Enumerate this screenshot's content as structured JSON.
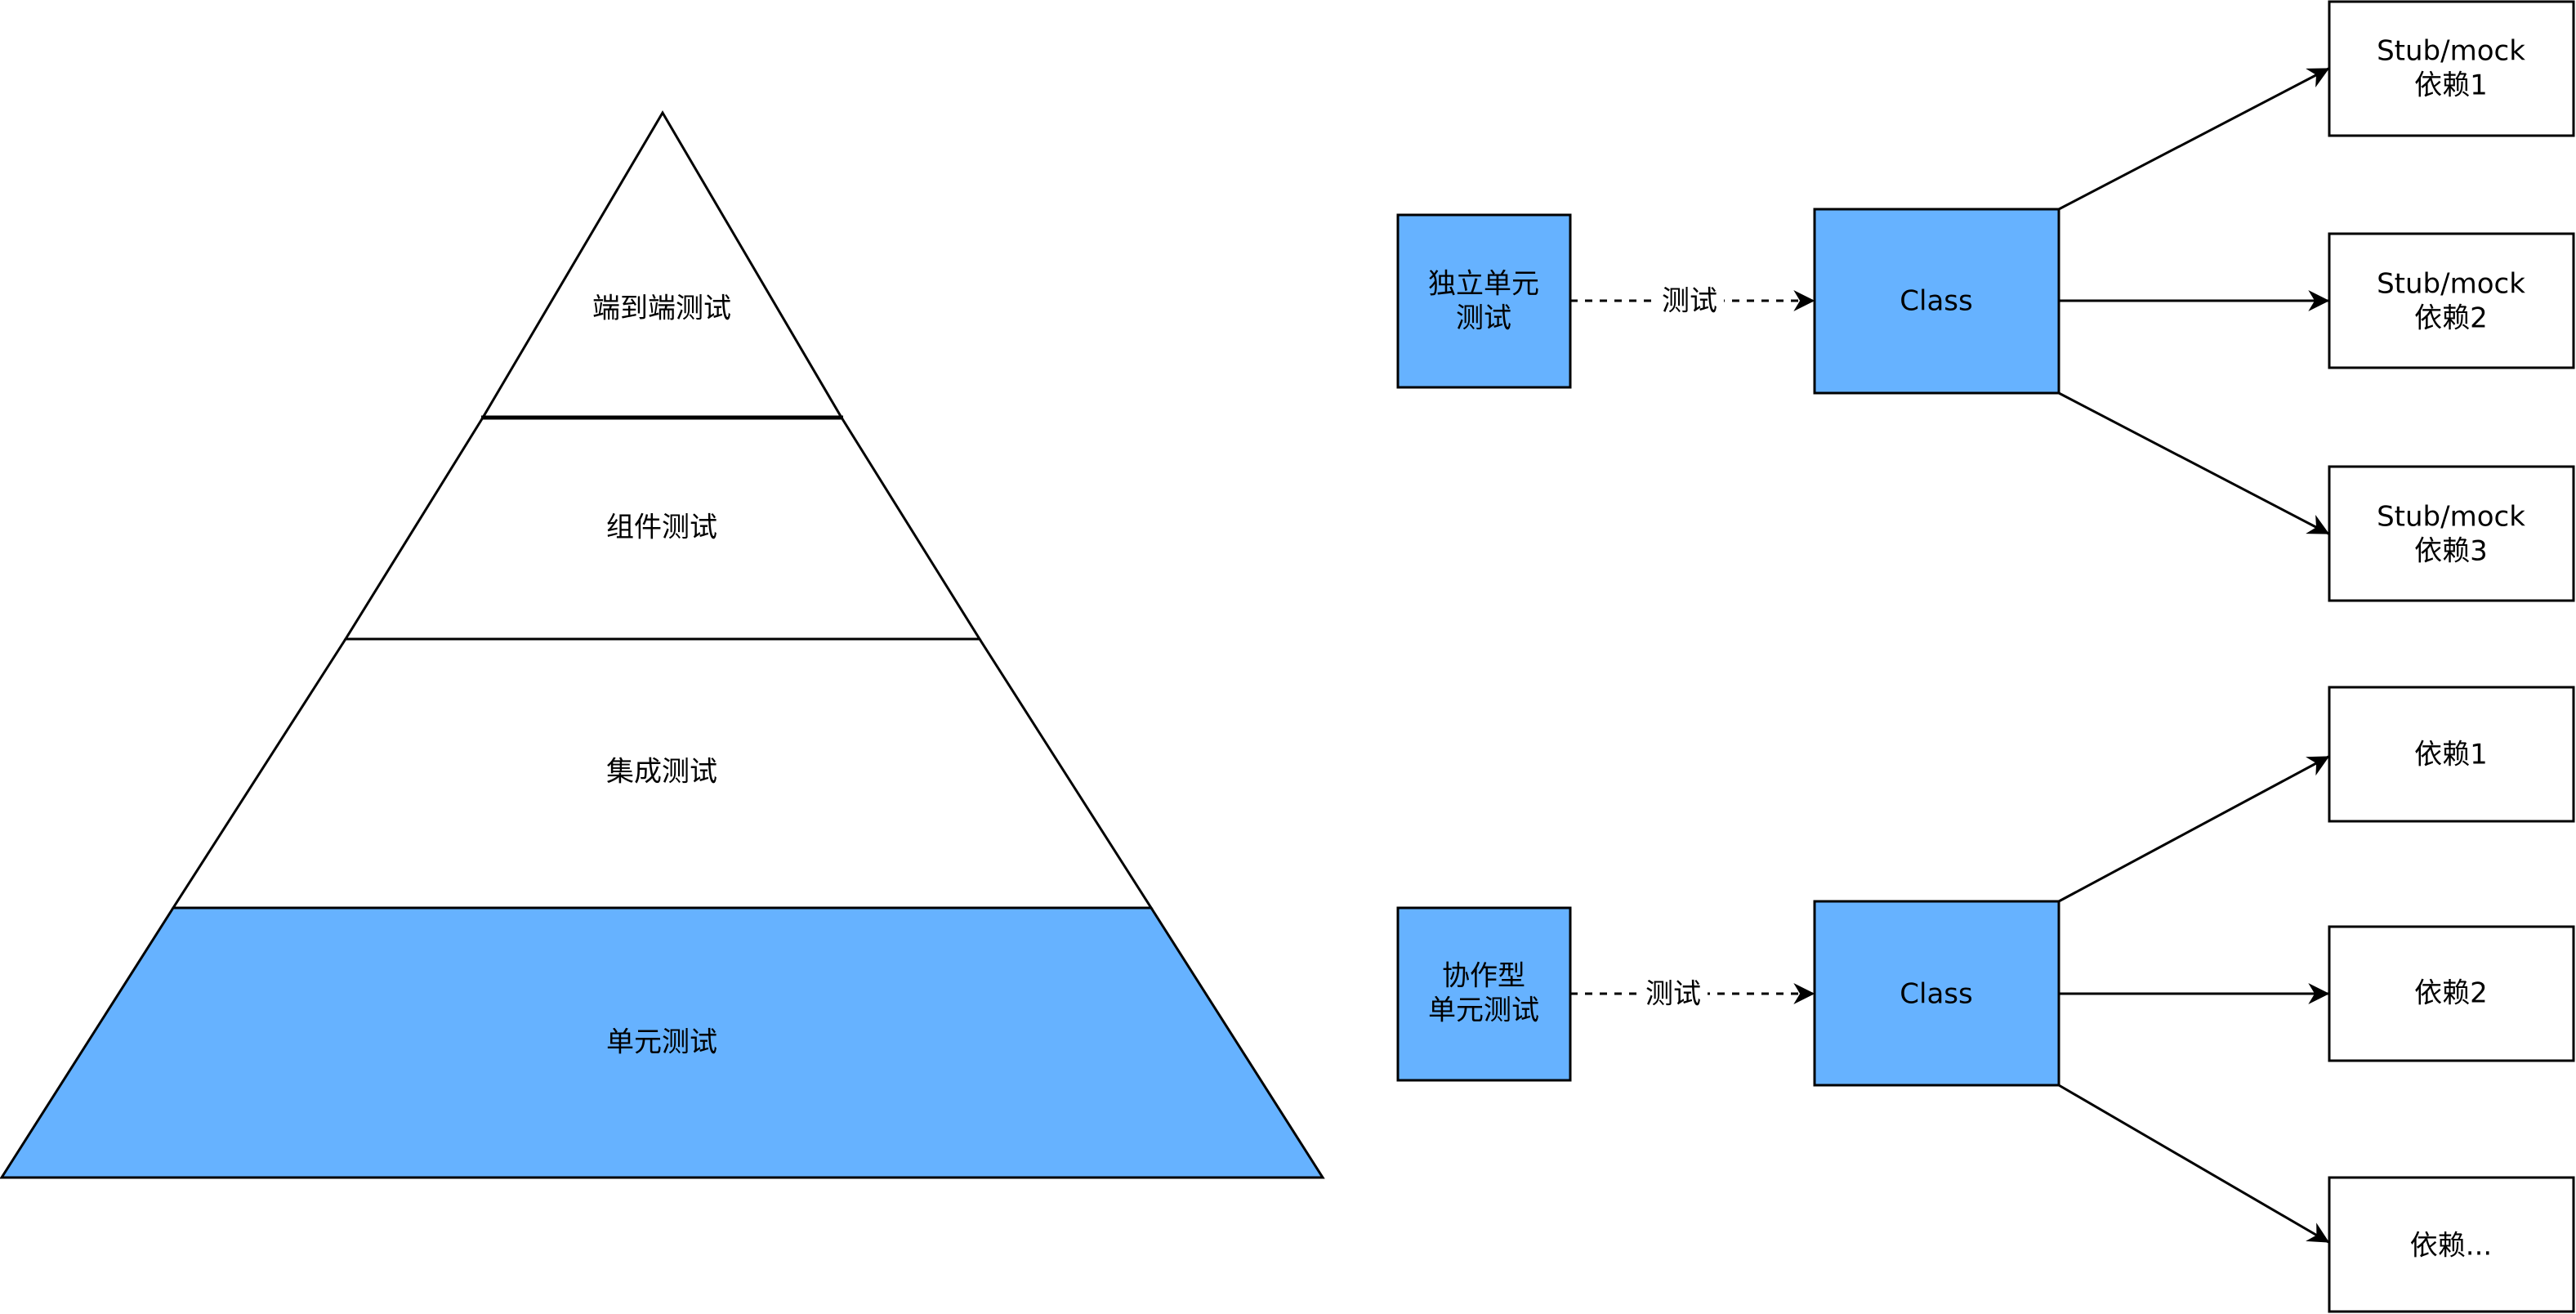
{
  "colors": {
    "fill_blue": "#66B2FF",
    "stroke": "#000000",
    "background": "#FFFFFF"
  },
  "pyramid": {
    "layers": [
      {
        "label": "端到端测试",
        "highlighted": false
      },
      {
        "label": "组件测试",
        "highlighted": false
      },
      {
        "label": "集成测试",
        "highlighted": false
      },
      {
        "label": "单元测试",
        "highlighted": true
      }
    ]
  },
  "solitary": {
    "test_box_lines": [
      "独立单元",
      "测试"
    ],
    "edge_label": "测试",
    "class_label": "Class",
    "dependencies": [
      {
        "lines": [
          "Stub/mock",
          "依赖1"
        ]
      },
      {
        "lines": [
          "Stub/mock",
          "依赖2"
        ]
      },
      {
        "lines": [
          "Stub/mock",
          "依赖3"
        ]
      }
    ]
  },
  "sociable": {
    "test_box_lines": [
      "协作型",
      "单元测试"
    ],
    "edge_label": "测试",
    "class_label": "Class",
    "dependencies": [
      {
        "lines": [
          "依赖1"
        ]
      },
      {
        "lines": [
          "依赖2"
        ]
      },
      {
        "lines": [
          "依赖..."
        ]
      }
    ]
  }
}
